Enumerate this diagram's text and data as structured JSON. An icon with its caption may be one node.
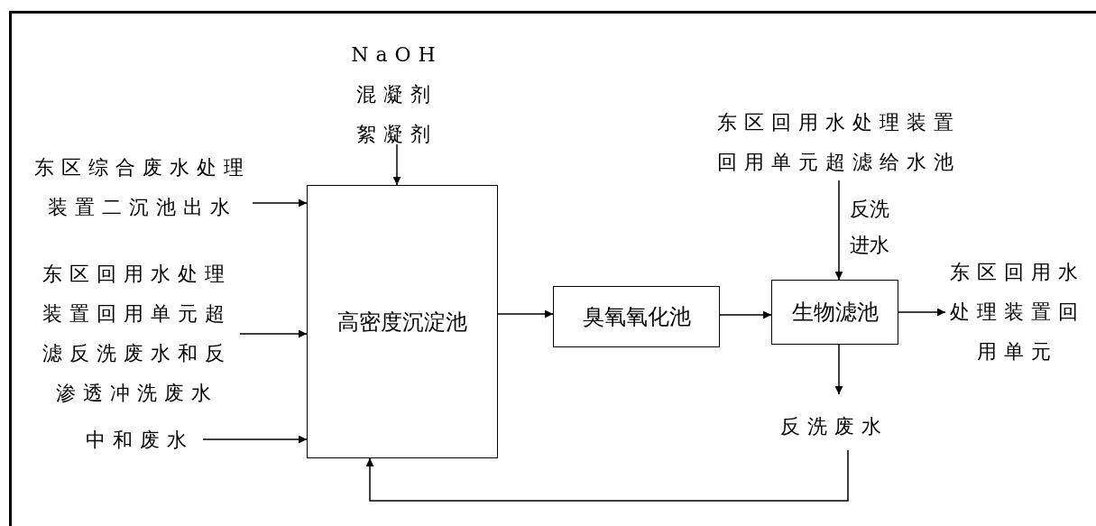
{
  "diagram": {
    "nodes": [
      {
        "text": [
          "NaOH",
          "混凝剂",
          "絮凝剂"
        ]
      },
      {
        "text": [
          "东区综合废水处理装置二沉池出水"
        ]
      },
      {
        "text": [
          "东区回用水处理装置回用单元超滤反洗废水和反渗透冲洗废水"
        ]
      },
      {
        "text": [
          "中和废水"
        ]
      },
      {
        "text": [
          "高密度沉淀池"
        ]
      },
      {
        "text": [
          "臭氧氧化池"
        ]
      },
      {
        "text": [
          "生物滤池"
        ]
      },
      {
        "text": [
          "东区回用水处理装置回用单元超滤给水池"
        ]
      },
      {
        "text": [
          "东区回用水处理装置回用单元"
        ]
      },
      {
        "text": [
          "反洗废水"
        ]
      }
    ],
    "edges": [
      {
        "from": 0,
        "to": 4,
        "arrow": "to"
      },
      {
        "from": 1,
        "to": 4,
        "arrow": "to"
      },
      {
        "from": 2,
        "to": 4,
        "arrow": "to"
      },
      {
        "from": 3,
        "to": 4,
        "arrow": "to"
      },
      {
        "from": 4,
        "to": 5,
        "arrow": "to"
      },
      {
        "from": 5,
        "to": 6,
        "arrow": "to"
      },
      {
        "from": 7,
        "to": 6,
        "arrow": "to",
        "label": "反洗进水"
      },
      {
        "from": 6,
        "to": 8,
        "arrow": "to"
      },
      {
        "from": 6,
        "to": 9,
        "arrow": "to"
      },
      {
        "from": 9,
        "to": 4,
        "arrow": "to"
      }
    ]
  }
}
